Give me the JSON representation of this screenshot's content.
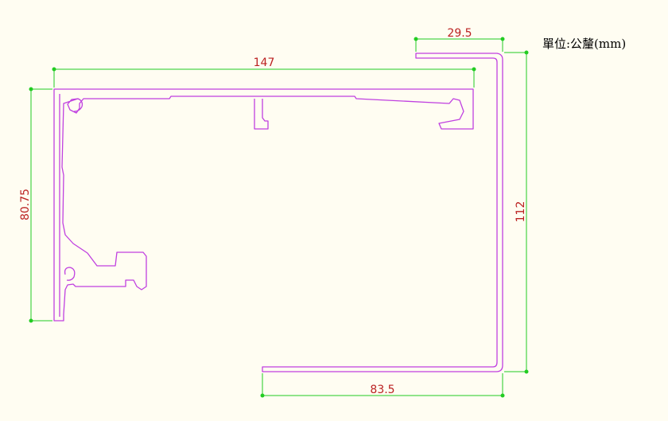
{
  "colors": {
    "background": "#fffdf2",
    "profile": "#c040e0",
    "dimension_line": "#22cc22",
    "dimension_text": "#bb2222",
    "unit_text": "#000000"
  },
  "dimensions": {
    "top_width": "147",
    "left_height": "80.75",
    "right_height": "112",
    "top_right_flange": "29.5",
    "bottom_width": "83.5"
  },
  "unit_label": "單位:公釐(mm)"
}
